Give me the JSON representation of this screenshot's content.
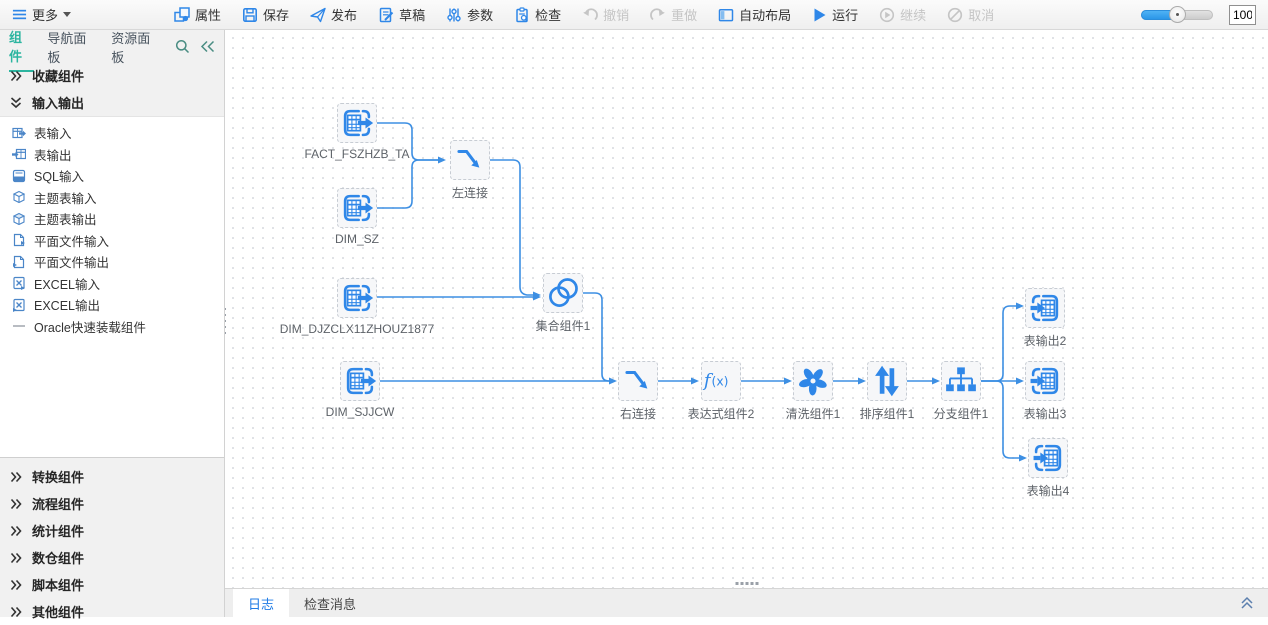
{
  "toolbar": {
    "more_label": "更多",
    "buttons": [
      {
        "label": "属性",
        "enabled": true
      },
      {
        "label": "保存",
        "enabled": true
      },
      {
        "label": "发布",
        "enabled": true
      },
      {
        "label": "草稿",
        "enabled": true
      },
      {
        "label": "参数",
        "enabled": true
      },
      {
        "label": "检查",
        "enabled": true
      },
      {
        "label": "撤销",
        "enabled": false
      },
      {
        "label": "重做",
        "enabled": false
      },
      {
        "label": "自动布局",
        "enabled": true
      },
      {
        "label": "运行",
        "enabled": true
      },
      {
        "label": "继续",
        "enabled": false
      },
      {
        "label": "取消",
        "enabled": false
      }
    ],
    "zoom_value": "100"
  },
  "sidebar": {
    "tabs": [
      {
        "label": "组件",
        "active": true
      },
      {
        "label": "导航面板",
        "active": false
      },
      {
        "label": "资源面板",
        "active": false
      }
    ],
    "sections": [
      {
        "label": "收藏组件",
        "expanded": false
      },
      {
        "label": "输入输出",
        "expanded": true,
        "items": [
          "表输入",
          "表输出",
          "SQL输入",
          "主题表输入",
          "主题表输出",
          "平面文件输入",
          "平面文件输出",
          "EXCEL输入",
          "EXCEL输出",
          "Oracle快速装载组件"
        ]
      },
      {
        "label": "转换组件",
        "expanded": false
      },
      {
        "label": "流程组件",
        "expanded": false
      },
      {
        "label": "统计组件",
        "expanded": false
      },
      {
        "label": "数仓组件",
        "expanded": false
      },
      {
        "label": "脚本组件",
        "expanded": false
      },
      {
        "label": "其他组件",
        "expanded": false
      }
    ]
  },
  "canvas": {
    "nodes": [
      {
        "label": "FACT_FSZHZB_TA",
        "type": "table-input"
      },
      {
        "label": "DIM_SZ",
        "type": "table-input"
      },
      {
        "label": "左连接",
        "type": "join"
      },
      {
        "label": "DIM_DJZCLX11ZHOUZ1877",
        "type": "table-input"
      },
      {
        "label": "集合组件1",
        "type": "union"
      },
      {
        "label": "DIM_SJJCW",
        "type": "table-input"
      },
      {
        "label": "右连接",
        "type": "join"
      },
      {
        "label": "表达式组件2",
        "type": "expression"
      },
      {
        "label": "清洗组件1",
        "type": "clean"
      },
      {
        "label": "排序组件1",
        "type": "sort"
      },
      {
        "label": "分支组件1",
        "type": "branch"
      },
      {
        "label": "表输出2",
        "type": "table-output"
      },
      {
        "label": "表输出3",
        "type": "table-output"
      },
      {
        "label": "表输出4",
        "type": "table-output"
      }
    ]
  },
  "bottom_panel": {
    "tabs": [
      {
        "label": "日志",
        "active": true
      },
      {
        "label": "检查消息",
        "active": false
      }
    ]
  },
  "colors": {
    "accent_blue": "#2f87e8",
    "edge_blue": "#3d8fe3",
    "accent_teal": "#2cb5a0",
    "disabled_gray": "#c5c5c5"
  }
}
